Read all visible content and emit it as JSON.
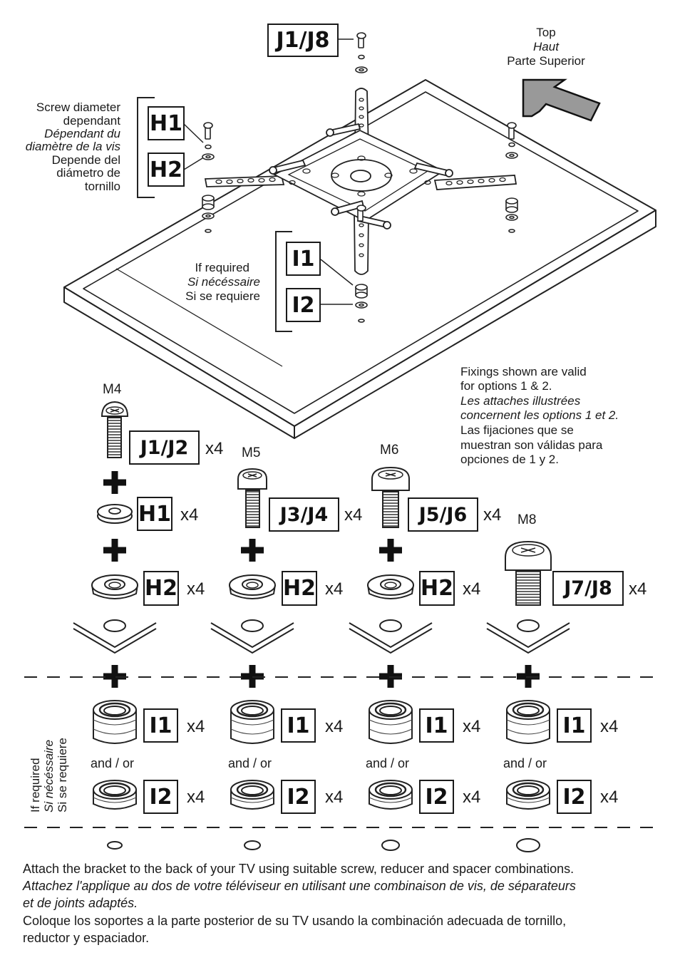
{
  "orientation": {
    "top_en": "Top",
    "top_fr": "Haut",
    "top_es": "Parte Superior"
  },
  "screw_note": {
    "l1": "Screw diameter",
    "l2": "dependant",
    "l3": "Dépendant du",
    "l4": "diamètre de la vis",
    "l5": "Depende del",
    "l6": "diámetro de",
    "l7": "tornillo"
  },
  "if_required": {
    "en": "If required",
    "fr": "Si nécéssaire",
    "es": "Si se requiere"
  },
  "fixings_note": {
    "l1": "Fixings shown are valid",
    "l2": "for options 1 & 2.",
    "l3": "Les attaches illustrées",
    "l4": "concernent les options 1 et 2.",
    "l5": "Las fijaciones que se",
    "l6": "muestran son válidas para",
    "l7": "opciones de 1 y 2."
  },
  "diagram_labels": {
    "j1j8": "J1/J8",
    "h1": "H1",
    "h2": "H2",
    "i1": "I1",
    "i2": "I2"
  },
  "screw_sizes": {
    "m4": "M4",
    "m5": "M5",
    "m6": "M6",
    "m8": "M8"
  },
  "screw_parts": {
    "m4": "J1/J2",
    "m5": "J3/J4",
    "m6": "J5/J6",
    "m8": "J7/J8"
  },
  "parts": {
    "h1": "H1",
    "h2": "H2",
    "i1": "I1",
    "i2": "I2"
  },
  "quantity": "x4",
  "and_or": "and / or",
  "instructions": {
    "en": "Attach the bracket to the back of your TV using suitable screw, reducer and spacer combinations.",
    "fr_1": "Attachez l'applique au dos de votre téléviseur en utilisant une combinaison de vis, de séparateurs",
    "fr_2": "et de joints adaptés.",
    "es_1": "Coloque los soportes a la parte posterior de su TV usando la combinación adecuada de tornillo,",
    "es_2": "reductor y espaciador."
  }
}
